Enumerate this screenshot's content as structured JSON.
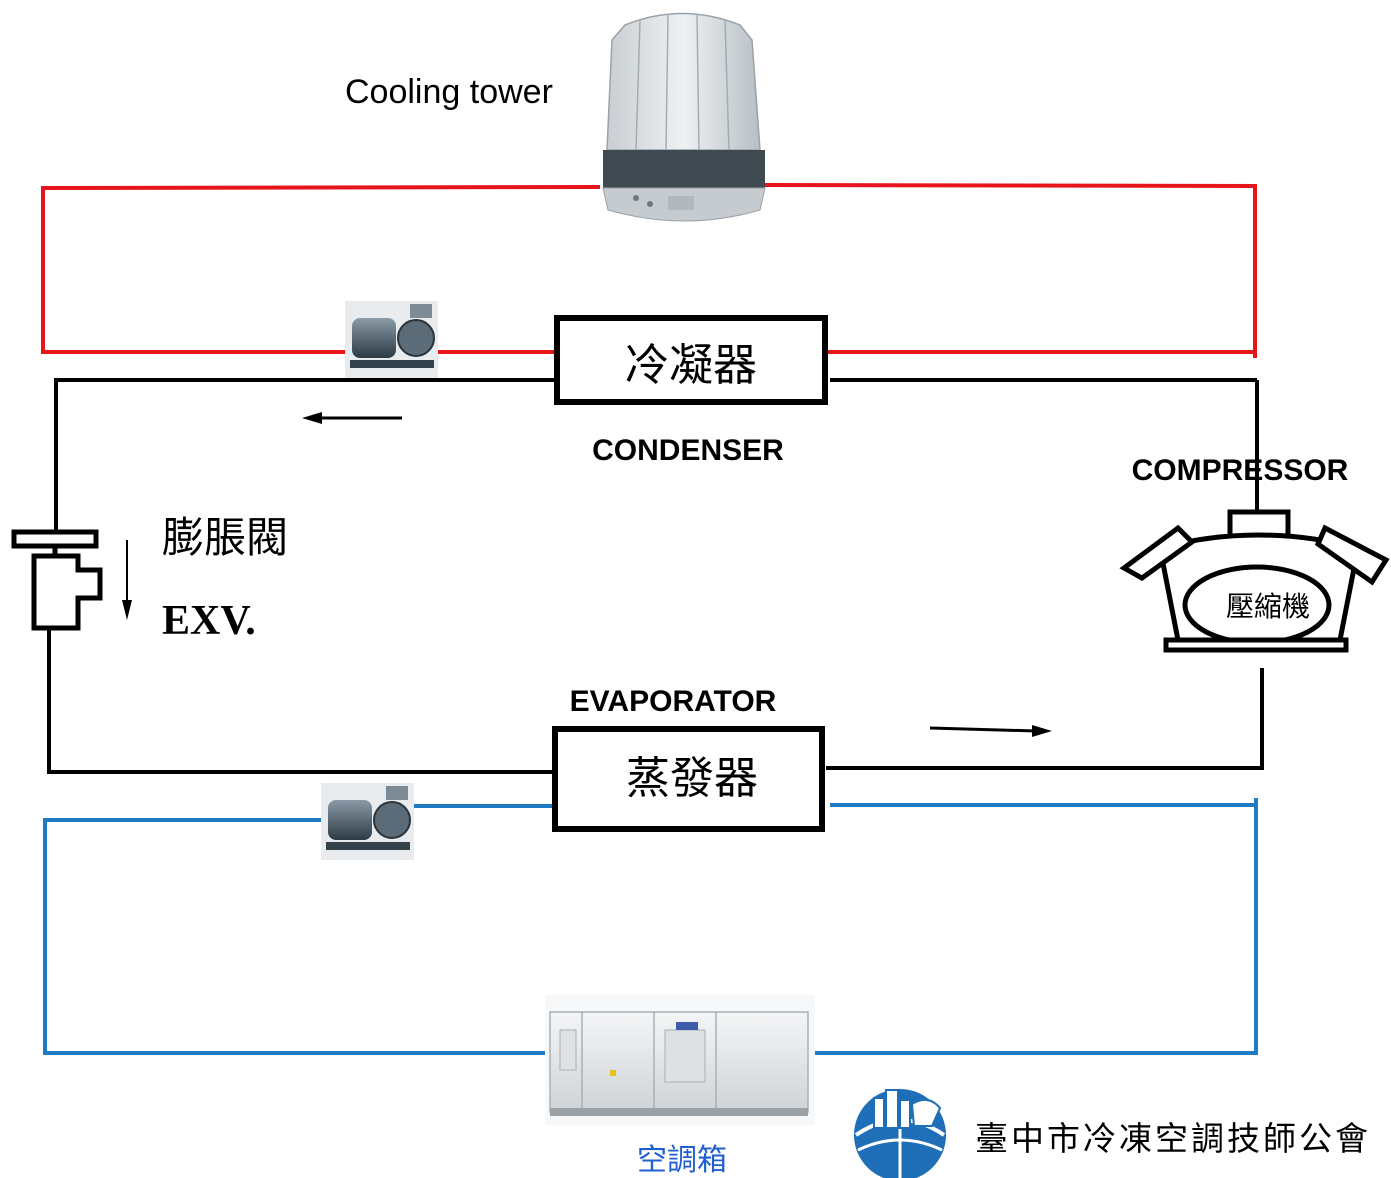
{
  "labels": {
    "cooling_tower": "Cooling tower",
    "condenser_box": "冷凝器",
    "condenser": "CONDENSER",
    "compressor": "COMPRESSOR",
    "compressor_body": "壓縮機",
    "exv_zh": "膨脹閥",
    "exv_en": "EXV.",
    "evaporator": "EVAPORATOR",
    "evaporator_box": "蒸發器",
    "air_handler": "空調箱",
    "association": "臺中市冷凍空調技師公會"
  },
  "colors": {
    "refrigerant_loop": "#000000",
    "condenser_water_loop": "#e8141c",
    "chilled_water_loop": "#1f7cc4",
    "air_handler_label": "#1f5fd0"
  },
  "icons": [
    "cooling-tower-icon",
    "water-pump-icon",
    "compressor-icon",
    "expansion-valve-icon",
    "air-handling-unit-icon",
    "association-logo-icon",
    "flow-arrow-icon"
  ]
}
